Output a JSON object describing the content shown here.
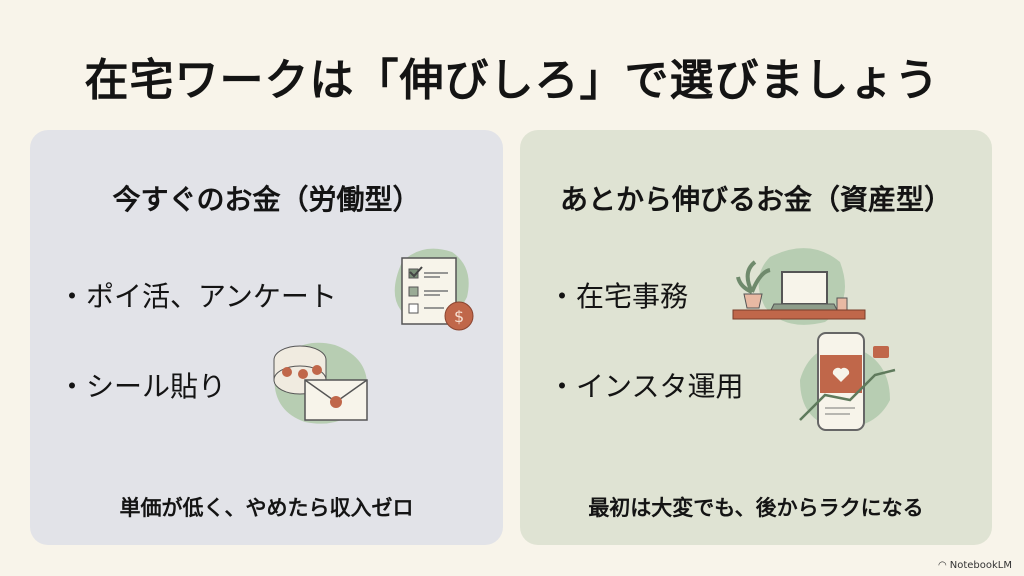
{
  "title": "在宅ワークは「伸びしろ」で選びましょう",
  "left": {
    "heading": "今すぐのお金（労働型）",
    "items": [
      "・ポイ活、アンケート",
      "・シール貼り"
    ],
    "footer": "単価が低く、やめたら収入ゼロ"
  },
  "right": {
    "heading": "あとから伸びるお金（資産型）",
    "items": [
      "・在宅事務",
      "・インスタ運用"
    ],
    "footer": "最初は大変でも、後からラクになる"
  },
  "brand": "NotebookLM",
  "colors": {
    "background": "#f8f4ea",
    "left_panel": "#e2e3e8",
    "right_panel": "#dfe3d3",
    "accent": "#c0674a",
    "blob": "#b7cdb2"
  }
}
